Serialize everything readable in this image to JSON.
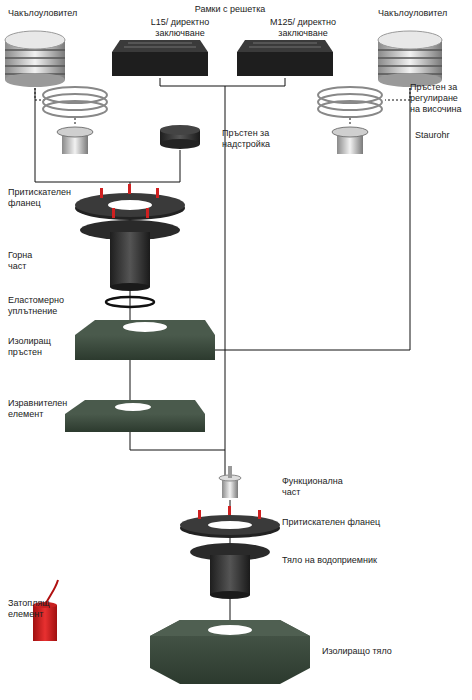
{
  "diagram": {
    "labels": [
      "Чакълоуловител",
      "Рамки с решетка",
      "L15/ директно заключване",
      "M125/ директно заключване",
      "Чакълоуловител",
      "Пръстен за регулиране на височина",
      "Staurohr",
      "Пръстен за надстройка",
      "Притискателен фланец",
      "Горна част",
      "Еластомерно уплътнение",
      "Изолиращ пръстен",
      "Изравнителен елемент",
      "Функционална част",
      "Притискателен фланец",
      "Тяло на водоприемник",
      "Затоплящ елемент",
      "Изолиращо тяло"
    ]
  }
}
